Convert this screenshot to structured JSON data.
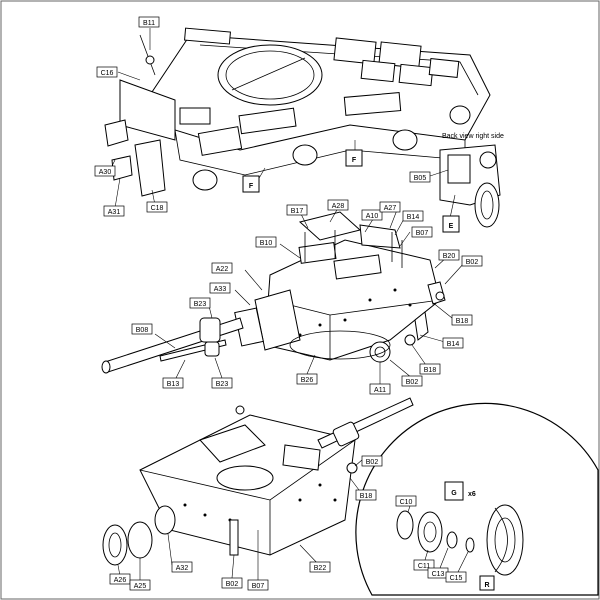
{
  "labels": {
    "b11": "B11",
    "c16": "C16",
    "a30": "A30",
    "a31": "A31",
    "c18": "C18",
    "f1": "F",
    "f2": "F",
    "back_view": "Back view right side",
    "b05": "B05",
    "e": "E",
    "b17": "B17",
    "a28": "A28",
    "a10": "A10",
    "a27": "A27",
    "b14a": "B14",
    "b07a": "B07",
    "b10": "B10",
    "a22": "A22",
    "a33": "A33",
    "b23a": "B23",
    "b08": "B08",
    "b13": "B13",
    "b23b": "B23",
    "b26": "B26",
    "b20": "B20",
    "b02a": "B02",
    "b18a": "B18",
    "b14b": "B14",
    "b18b": "B18",
    "b02b": "B02",
    "a11": "A11",
    "b02c": "B02",
    "b18c": "B18",
    "a26": "A26",
    "a25": "A25",
    "a32": "A32",
    "b02d": "B02",
    "b07b": "B07",
    "b22": "B22",
    "g": "G",
    "x6": "x6",
    "c10": "C10",
    "c11": "C11",
    "c13": "C13",
    "c15": "C15",
    "r": "R"
  }
}
